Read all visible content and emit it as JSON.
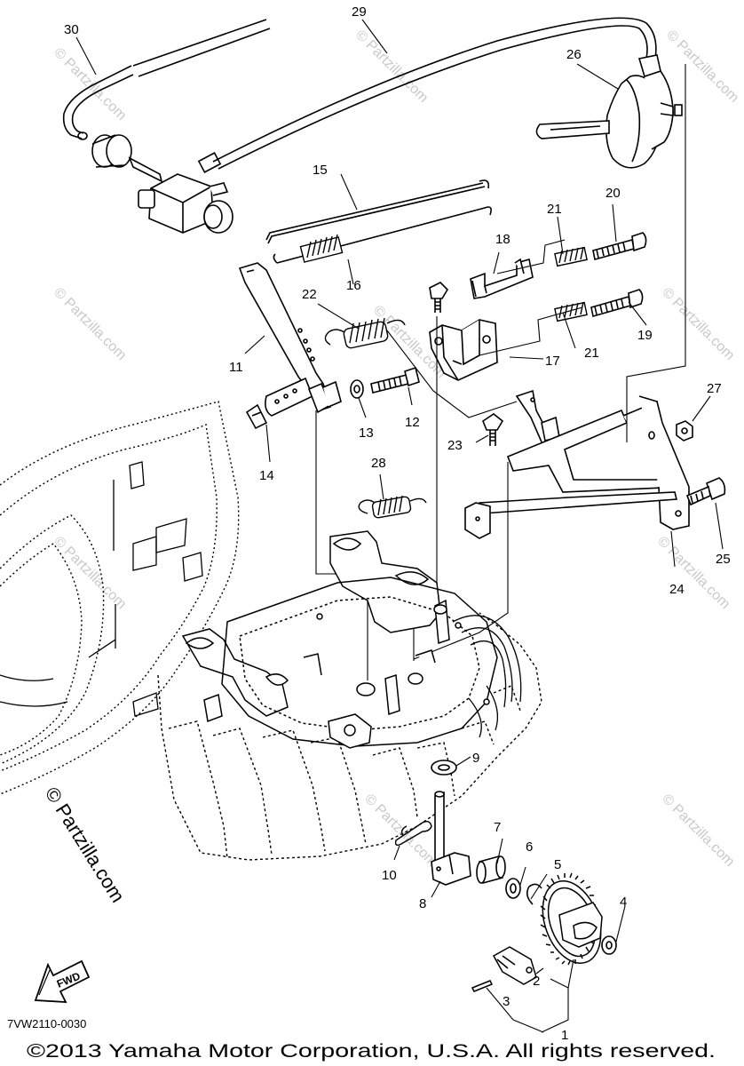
{
  "diagram_code": "7VW2110-0030",
  "copyright": "©2013 Yamaha Motor Corporation, U.S.A. All rights reserved.",
  "watermark_main": "© Partzilla.com",
  "watermark_faint": "© Partzilla.com",
  "fwd_label": "FWD",
  "callouts": [
    "1",
    "2",
    "3",
    "4",
    "5",
    "6",
    "7",
    "8",
    "9",
    "10",
    "11",
    "12",
    "13",
    "14",
    "15",
    "16",
    "17",
    "18",
    "19",
    "20",
    "21",
    "21",
    "22",
    "23",
    "24",
    "25",
    "26",
    "27",
    "28",
    "29",
    "30"
  ]
}
